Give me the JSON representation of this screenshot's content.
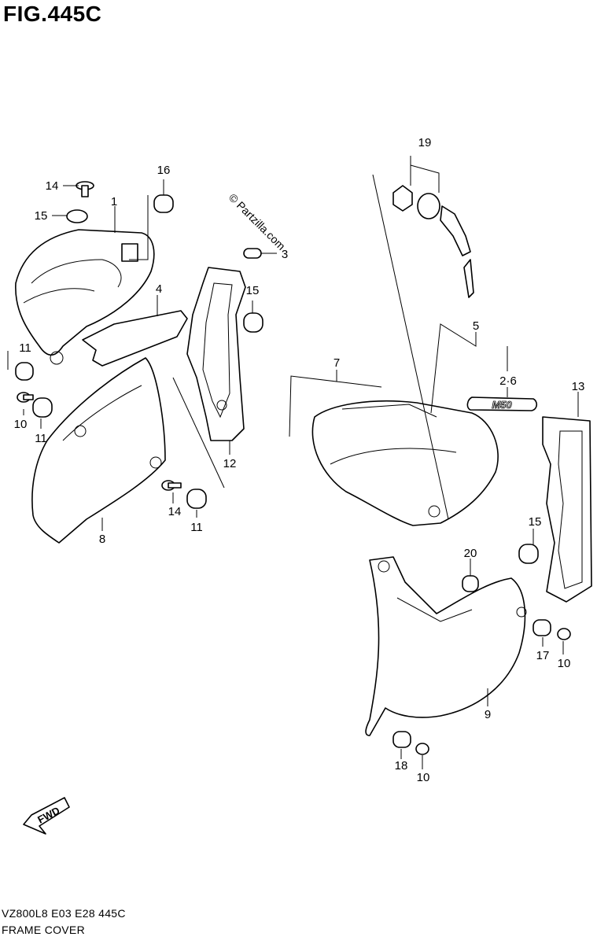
{
  "figure": {
    "title": "FIG.445C",
    "watermark": "© Partzilla.com",
    "fwd_label": "FWD",
    "emblem_text": "M50",
    "footer_code": "VZ800L8 E03 E28 445C",
    "footer_name": "FRAME COVER"
  },
  "callouts": {
    "c1": "1",
    "c2_6": "2·6",
    "c3": "3",
    "c4": "4",
    "c5": "5",
    "c7": "7",
    "c8": "8",
    "c9": "9",
    "c10a": "10",
    "c10b": "10",
    "c10c": "10",
    "c11a": "11",
    "c11b": "11",
    "c11c": "11",
    "c12": "12",
    "c13": "13",
    "c14a": "14",
    "c14b": "14",
    "c15a": "15",
    "c15b": "15",
    "c15c": "15",
    "c16": "16",
    "c17": "17",
    "c18": "18",
    "c19": "19",
    "c20": "20"
  }
}
